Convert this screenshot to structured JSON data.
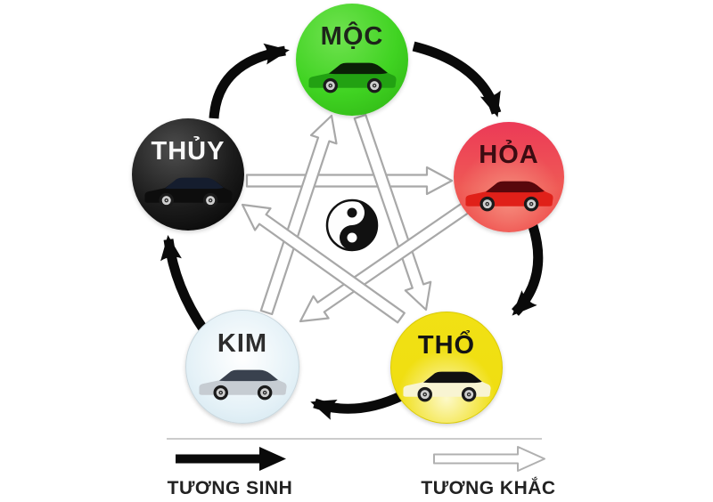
{
  "elements": [
    {
      "id": "moc",
      "label": "MỘC",
      "circle_color": "#3fd321",
      "label_color": "#1d241a",
      "car_body_color": "#22a112",
      "car_window_color": "#0a2006"
    },
    {
      "id": "hoa",
      "label": "HỎA",
      "circle_color": "#ee4353",
      "label_color": "#3c0c12",
      "car_body_color": "#e02019",
      "car_window_color": "#58070c"
    },
    {
      "id": "tho",
      "label": "THỔ",
      "circle_color": "#f1e114",
      "label_color": "#141414",
      "car_body_color": "#f8f4d2",
      "car_window_color": "#101010"
    },
    {
      "id": "kim",
      "label": "KIM",
      "circle_color": "#e6f2f8",
      "label_color": "#2d2d2d",
      "car_body_color": "#c6ccd2",
      "car_window_color": "#39414e"
    },
    {
      "id": "thuy",
      "label": "THỦY",
      "circle_color": "#141414",
      "label_color": "#f8f8f8",
      "car_body_color": "#0d0d0d",
      "car_window_color": "#151d2e"
    }
  ],
  "cycles": {
    "tuong_sinh": {
      "label": "TƯƠNG SINH",
      "arrow_style": "solid-black-curved",
      "color": "#0a0a0a",
      "pairs": [
        [
          "thuy",
          "moc"
        ],
        [
          "moc",
          "hoa"
        ],
        [
          "hoa",
          "tho"
        ],
        [
          "tho",
          "kim"
        ],
        [
          "kim",
          "thuy"
        ]
      ]
    },
    "tuong_khac": {
      "label": "TƯƠNG KHẮC",
      "arrow_style": "white-outline-straight",
      "color": "#ffffff",
      "outline_color": "#a8a8a8",
      "pairs": [
        [
          "thuy",
          "hoa"
        ],
        [
          "kim",
          "moc"
        ],
        [
          "moc",
          "tho"
        ],
        [
          "hoa",
          "kim"
        ],
        [
          "tho",
          "thuy"
        ]
      ]
    }
  },
  "center": {
    "icon": "yin-yang-icon",
    "black": "#111111",
    "white": "#fdfdfd"
  },
  "icons": {
    "car": "car-icon"
  }
}
